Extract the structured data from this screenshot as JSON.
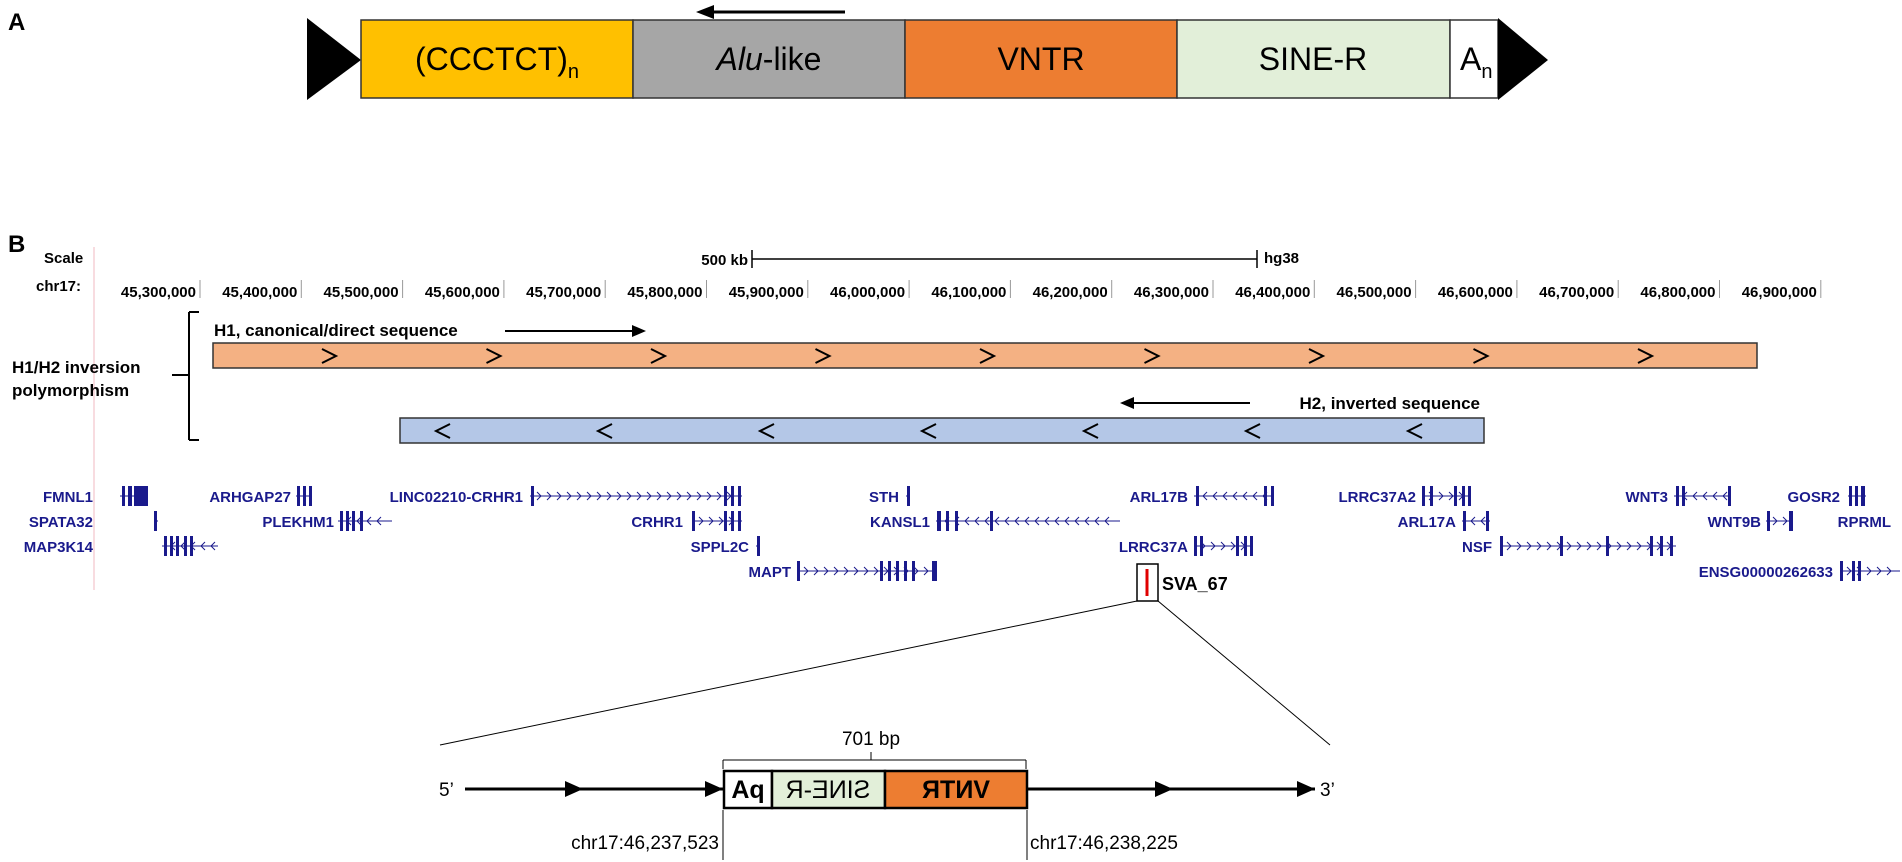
{
  "panel_a": {
    "label": "A",
    "segments": [
      {
        "id": "ccctct",
        "text": "(CCCTCT)",
        "sub": "n",
        "color": "#ffc000"
      },
      {
        "id": "alu",
        "text": "Alu",
        "suffix": "-like",
        "color": "#a6a6a6"
      },
      {
        "id": "vntr",
        "text": "VNTR",
        "color": "#ed7d31"
      },
      {
        "id": "siner",
        "text": "SINE-R",
        "color": "#e2efd9"
      },
      {
        "id": "an",
        "text": "A",
        "sub": "n",
        "color": "#ffffff"
      }
    ]
  },
  "panel_b": {
    "label": "B",
    "scale_label": "Scale",
    "scale_bar": "500 kb",
    "assembly": "hg38",
    "chrom_label": "chr17:",
    "ticks": [
      "45,300,000",
      "45,400,000",
      "45,500,000",
      "45,600,000",
      "45,700,000",
      "45,800,000",
      "45,900,000",
      "46,000,000",
      "46,100,000",
      "46,200,000",
      "46,300,000",
      "46,400,000",
      "46,500,000",
      "46,600,000",
      "46,700,000",
      "46,800,000",
      "46,900,000"
    ],
    "inversion_label": [
      "H1/H2 inversion",
      "polymorphism"
    ],
    "h1": {
      "label": "H1, canonical/direct sequence",
      "color": "#f4b183"
    },
    "h2": {
      "label": "H2, inverted sequence",
      "color": "#b4c7e7"
    },
    "genes": [
      "FMNL1",
      "SPATA32",
      "MAP3K14",
      "ARHGAP27",
      "PLEKHM1",
      "LINC02210-CRHR1",
      "CRHR1",
      "SPPL2C",
      "MAPT",
      "STH",
      "KANSL1",
      "ARL17B",
      "LRRC37A",
      "LRRC37A2",
      "ARL17A",
      "NSF",
      "WNT3",
      "WNT9B",
      "GOSR2",
      "RPRML",
      "ENSG00000262633"
    ],
    "insertion_label": "SVA_67",
    "detail": {
      "length": "701 bp",
      "five_prime": "5’",
      "three_prime": "3’",
      "left_coord": "chr17:46,237,523",
      "right_coord": "chr17:46,238,225",
      "box_labels": [
        "Aq",
        "SINE-R",
        "VNTR"
      ]
    }
  }
}
